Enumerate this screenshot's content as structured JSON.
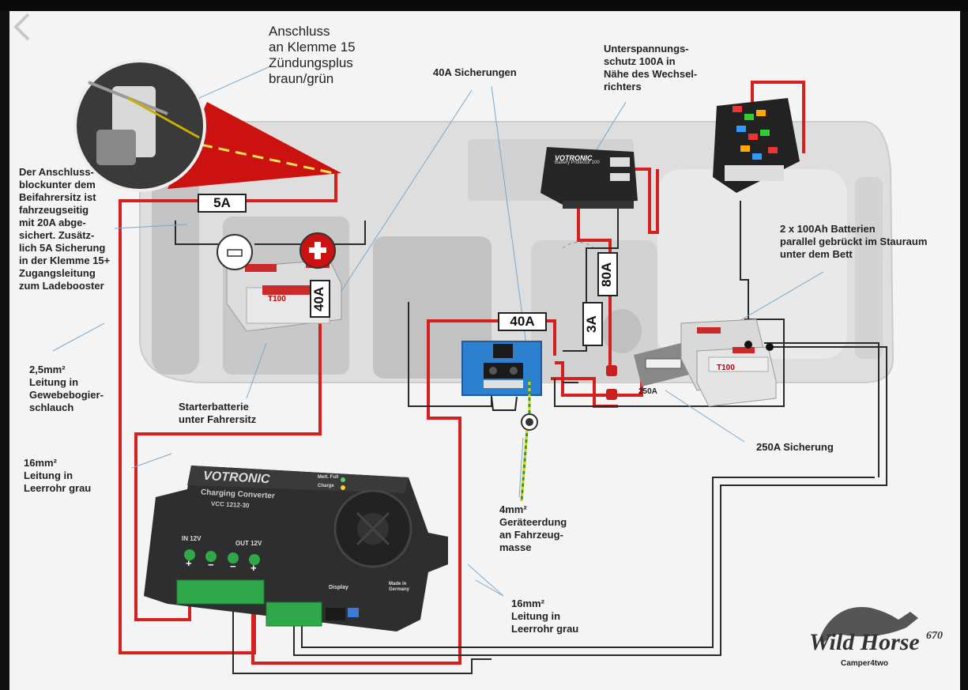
{
  "labels": {
    "anschluss": [
      "Anschluss",
      "an Klemme 15",
      "Zündungsplus",
      "braun/grün"
    ],
    "sicherungen40": "40A Sicherungen",
    "unterspannung": [
      "Unterspannungs-",
      "schutz 100A in",
      "Nähe des Wechsel-",
      "richters"
    ],
    "anschlussblock": [
      "Der Anschluss-",
      "blockunter dem",
      "Beifahrersitz ist",
      "fahrzeugseitig",
      "mit 20A abge-",
      "sichert. Zusätz-",
      "lich 5A Sicherung",
      "in der Klemme 15+",
      "Zugangsleitung",
      "zum Ladebooster"
    ],
    "batterien": [
      "2 x 100Ah Batterien",
      "parallel gebrückt im Stauraum",
      "unter dem Bett"
    ],
    "leitung25": [
      "2,5mm²",
      "Leitung in",
      "Gewebebogier-",
      "schlauch"
    ],
    "starter": [
      "Starterbatterie",
      "unter Fahrersitz"
    ],
    "sicherung250": "250A Sicherung",
    "leitung16a": [
      "16mm²",
      "Leitung in",
      "Leerrohr grau"
    ],
    "erdung": [
      "4mm²",
      "Geräteerdung",
      "an Fahrzeug-",
      "masse"
    ],
    "leitung16b": [
      "16mm²",
      "Leitung in",
      "Leerrohr grau"
    ]
  },
  "fuse_boxes": {
    "f5": "5A",
    "f40v": "40A",
    "f40h": "40A",
    "f80": "80A",
    "f3": "3A",
    "f250small": "250A"
  },
  "battery": {
    "model": "T100",
    "minus": "−",
    "plus": "+"
  },
  "device": {
    "brand": "VOTRONIC",
    "name": "Charging Converter",
    "model": "VCC 1212-30",
    "in": "IN 12V",
    "out": "OUT 12V",
    "led1": "Mett. Full",
    "led2": "Charge",
    "display": "Display",
    "terminals": [
      "+",
      "−",
      "−",
      "+"
    ],
    "made": "Made in Germany"
  },
  "protector": {
    "brand": "VOTRONIC",
    "name": "Battery Protector 100"
  },
  "logo": {
    "name": "Wild Horse",
    "num": "670",
    "sub": "Camper4two"
  },
  "colors": {
    "wire_red": "#d42020",
    "wire_black": "#222222",
    "wire_gray": "#555555",
    "earth_green": "#2d9a2d",
    "earth_yellow": "#e8d000",
    "inverter_blue": "#2d7fd0",
    "cone_red": "#cc1111"
  }
}
